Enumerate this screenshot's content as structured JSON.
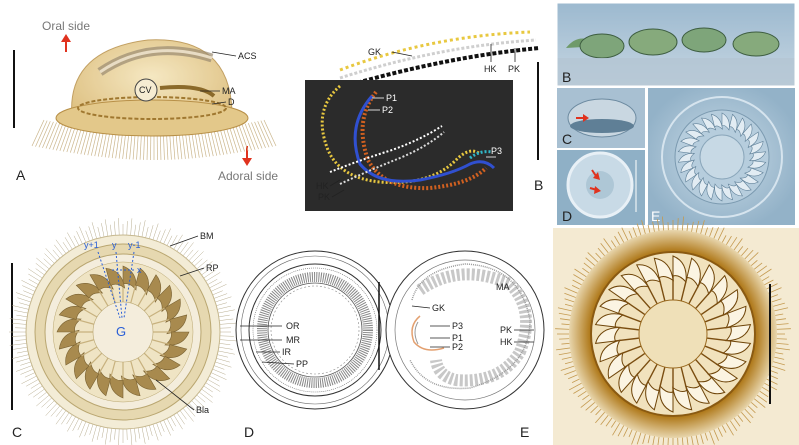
{
  "panel_letters": {
    "left_A": "A",
    "left_B": "B",
    "left_C": "C",
    "left_D": "D",
    "left_E": "E",
    "right_B": "B",
    "right_C": "C",
    "right_D": "D",
    "right_E": "E"
  },
  "panel_a": {
    "oral_side": "Oral side",
    "adoral_side": "Adoral side",
    "acs": "ACS",
    "cv": "CV",
    "ma": "MA",
    "d": "D"
  },
  "panel_b": {
    "gk": "GK",
    "hk_top": "HK",
    "pk_top": "PK",
    "p1": "P1",
    "p2": "P2",
    "p3": "P3",
    "hk": "HK",
    "pk": "PK"
  },
  "panel_c": {
    "bm": "BM",
    "rp": "RP",
    "bla": "Bla",
    "g": "G",
    "y_plus_1": "y+1",
    "y": "y",
    "y_minus_1": "y-1",
    "x": "x"
  },
  "panel_d": {
    "or": "OR",
    "mr": "MR",
    "ir": "IR",
    "pp": "PP"
  },
  "panel_e": {
    "ma": "MA",
    "gk": "GK",
    "p3": "P3",
    "p1": "P1",
    "p2": "P2",
    "pk": "PK",
    "hk": "HK"
  },
  "colors": {
    "dark_panel": "#2b2b2b",
    "gold": "#c8a45a",
    "yellow_kinety": "#e8c840",
    "blue_kinety": "#3050d0",
    "orange_kinety": "#d06020",
    "cyan_kinety": "#30b8c8",
    "arrow_red": "#e0321e",
    "label_blue": "#2a5fd6",
    "photo_blue": "#a9c3d6",
    "stain_brown": "#b07a1c"
  }
}
